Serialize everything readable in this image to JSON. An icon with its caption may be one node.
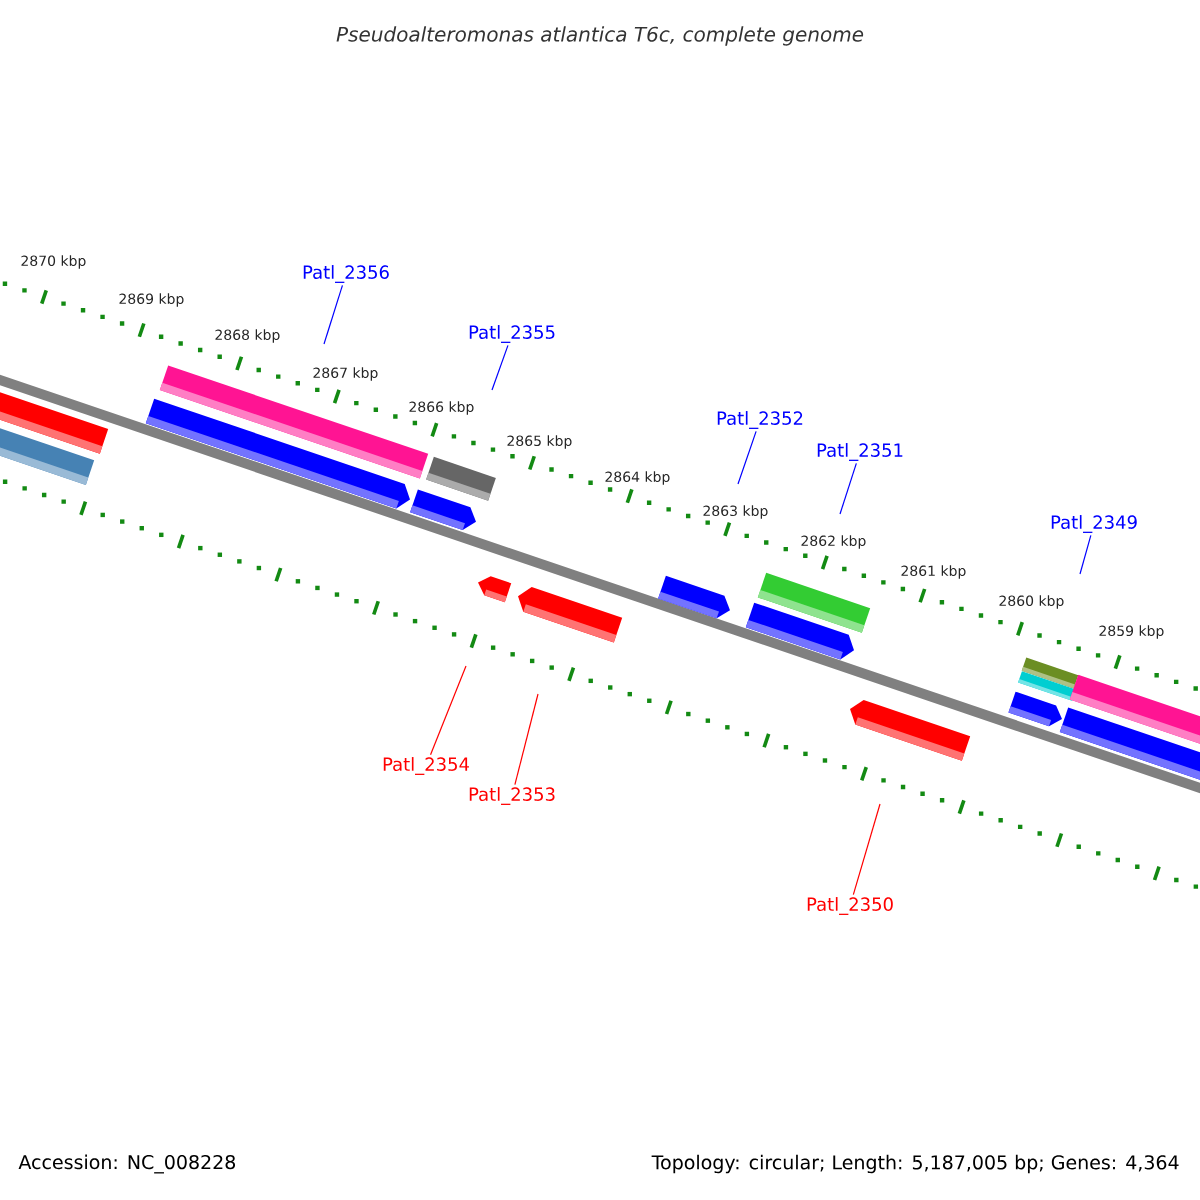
{
  "diagram": {
    "title": "Pseudoalteromonas atlantica T6c, complete genome",
    "nodes": [
      {
        "text": [
          "Patl_2356"
        ]
      },
      {
        "text": [
          "Patl_2355"
        ]
      },
      {
        "text": [
          "Patl_2352"
        ]
      },
      {
        "text": [
          "Patl_2351"
        ]
      },
      {
        "text": [
          "Patl_2349"
        ]
      },
      {
        "text": [
          "Patl_2354"
        ]
      },
      {
        "text": [
          "Patl_2353"
        ]
      },
      {
        "text": [
          "Patl_2350"
        ]
      }
    ],
    "edges": [
      {
        "from": 0,
        "to": null,
        "arrow": "none"
      },
      {
        "from": 1,
        "to": null,
        "arrow": "none"
      },
      {
        "from": 2,
        "to": null,
        "arrow": "none"
      },
      {
        "from": 3,
        "to": null,
        "arrow": "none"
      },
      {
        "from": 4,
        "to": null,
        "arrow": "none"
      },
      {
        "from": 5,
        "to": null,
        "arrow": "none",
        "color": "#ff0000"
      },
      {
        "from": 6,
        "to": null,
        "arrow": "none",
        "color": "#ff0000"
      },
      {
        "from": 7,
        "to": null,
        "arrow": "none",
        "color": "#ff0000"
      }
    ],
    "labels": [
      "2870 kbp",
      "2869 kbp",
      "2868 kbp",
      "2867 kbp",
      "2866 kbp",
      "2865 kbp",
      "2864 kbp",
      "2863 kbp",
      "2862 kbp",
      "2861 kbp",
      "2860 kbp",
      "2859 kbp",
      "Accession: NC_008228",
      "Topology: circular; Length: 5,187,005 bp; Genes: 4,364"
    ]
  }
}
